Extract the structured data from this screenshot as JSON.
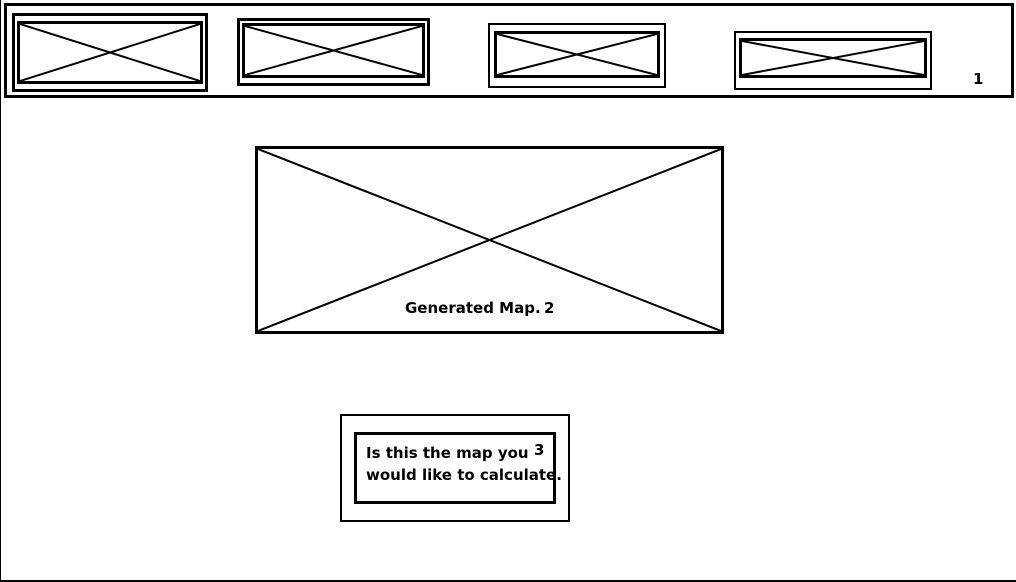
{
  "header": {
    "section_number": "1",
    "placeholders": [
      {
        "name": "header-placeholder-1"
      },
      {
        "name": "header-placeholder-2"
      },
      {
        "name": "header-placeholder-3"
      },
      {
        "name": "header-placeholder-4"
      }
    ]
  },
  "map": {
    "caption": "Generated Map.",
    "section_number": "2"
  },
  "confirm": {
    "line1": "Is this the map you",
    "line2": "would like to calculate.",
    "section_number": "3"
  },
  "icons": {
    "placeholder": "image-placeholder-icon"
  }
}
